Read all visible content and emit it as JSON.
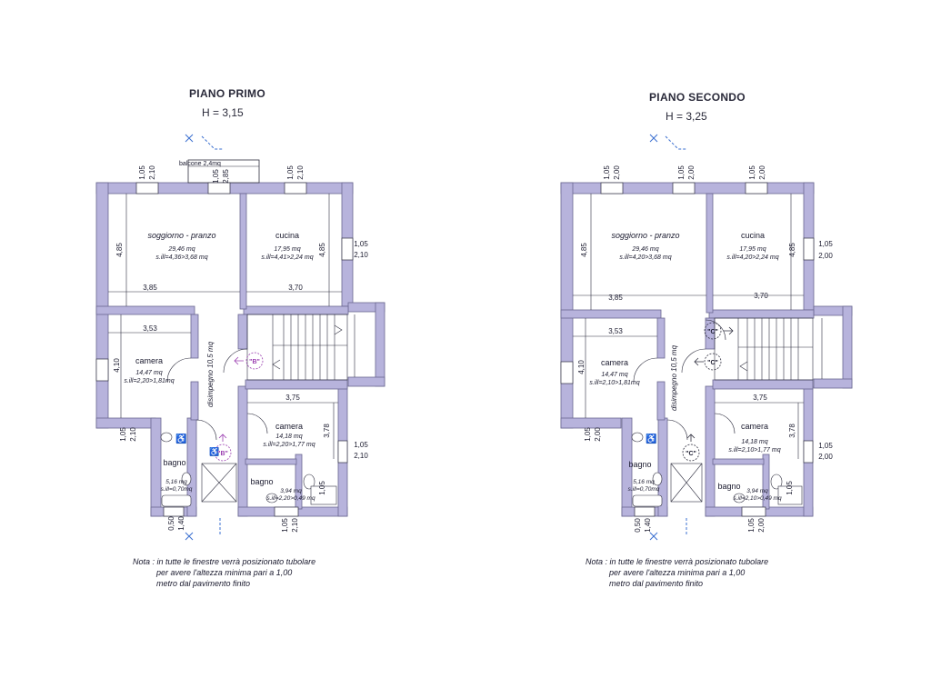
{
  "floors": [
    {
      "title": "PIANO PRIMO",
      "height": "H = 3,15",
      "balcony": "balcone 2,4mq",
      "rooms": {
        "soggiorno": {
          "name": "soggiorno - pranzo",
          "area": "29,46 mq",
          "ratio": "s.ill=4,36>3,68 mq"
        },
        "cucina": {
          "name": "cucina",
          "area": "17,95 mq",
          "ratio": "s.ill=4,41>2,24 mq"
        },
        "camera1": {
          "name": "camera",
          "area": "14,47 mq",
          "ratio": "s.ill=2,20>1,81mq"
        },
        "disimpegno": {
          "name": "disimpegno 10,5 mq"
        },
        "camera2": {
          "name": "camera",
          "area": "14,18 mq",
          "ratio": "s.ill=2,20>1,77 mq"
        },
        "bagno1": {
          "name": "bagno",
          "area": "5,16 mq",
          "ratio": "s.ill=0,70mq"
        },
        "bagno2": {
          "name": "bagno",
          "area": "3,94 mq",
          "ratio": "s.ill=2,20>0,49 mq"
        }
      },
      "dims": {
        "w385": "3,85",
        "w370": "3,70",
        "w353": "3,53",
        "w375": "3,75",
        "h485a": "4,85",
        "h485b": "4,85",
        "h410": "4,10",
        "h378": "3,78",
        "h105b": "1,05",
        "win1a": "1,05",
        "win1b": "2,10",
        "win2a": "1,05",
        "win2b": "2,85",
        "win3a": "1,05",
        "win3b": "2,10",
        "win4a": "1,05",
        "win4b": "2,10",
        "win5a": "1,05",
        "win5b": "2,10",
        "win6a": "1,05",
        "win6b": "2,10",
        "win7a": "0,50",
        "win7b": "1,40",
        "win8a": "1,05",
        "win8b": "2,10"
      },
      "markers": [
        "\"B\"",
        "\"B\""
      ],
      "note": [
        "Nota : in tutte le finestre verrà posizionato tubolare",
        "per avere l'altezza minima pari a 1,00",
        "metro dal pavimento finito"
      ]
    },
    {
      "title": "PIANO SECONDO",
      "height": "H = 3,25",
      "rooms": {
        "soggiorno": {
          "name": "soggiorno - pranzo",
          "area": "29,46 mq",
          "ratio": "s.ill=4,20>3,68 mq"
        },
        "cucina": {
          "name": "cucina",
          "area": "17,95 mq",
          "ratio": "s.ill=4,20>2,24 mq"
        },
        "camera1": {
          "name": "camera",
          "area": "14,47 mq",
          "ratio": "s.ill=2,10>1,81mq"
        },
        "disimpegno": {
          "name": "disimpegno 10,5 mq"
        },
        "camera2": {
          "name": "camera",
          "area": "14,18 mq",
          "ratio": "s.ill=2,10>1,77 mq"
        },
        "bagno1": {
          "name": "bagno",
          "area": "5,16 mq",
          "ratio": "s.ill=0,70mq"
        },
        "bagno2": {
          "name": "bagno",
          "area": "3,94 mq",
          "ratio": "s.ill=2,10>0,49 mq"
        }
      },
      "dims": {
        "w385": "3,85",
        "w370": "3,70",
        "w353": "3,53",
        "w375": "3,75",
        "h485a": "4,85",
        "h485b": "4,85",
        "h410": "4,10",
        "h378": "3,78",
        "h105b": "1,05",
        "win1a": "1,05",
        "win1b": "2,00",
        "win2a": "1,05",
        "win2b": "2,00",
        "win3a": "1,05",
        "win3b": "2,00",
        "win4a": "1,05",
        "win4b": "2,00",
        "win5a": "1,05",
        "win5b": "2,00",
        "win6a": "1,05",
        "win6b": "2,00",
        "win7a": "0,50",
        "win7b": "1,40",
        "win8a": "1,05",
        "win8b": "2,00"
      },
      "markers": [
        "\"C\"",
        "\"C\"",
        "\"C\""
      ],
      "note": [
        "Nota : in tutte le finestre verrà posizionato tubolare",
        "per avere l'altezza minima pari a 1,00",
        "metro dal pavimento finito"
      ]
    }
  ],
  "colors": {
    "wall": "#b7b3dc",
    "wall_edge": "#6a6790",
    "line": "#303040",
    "marker": "#9a3db0",
    "section": "#3a6fd0"
  }
}
